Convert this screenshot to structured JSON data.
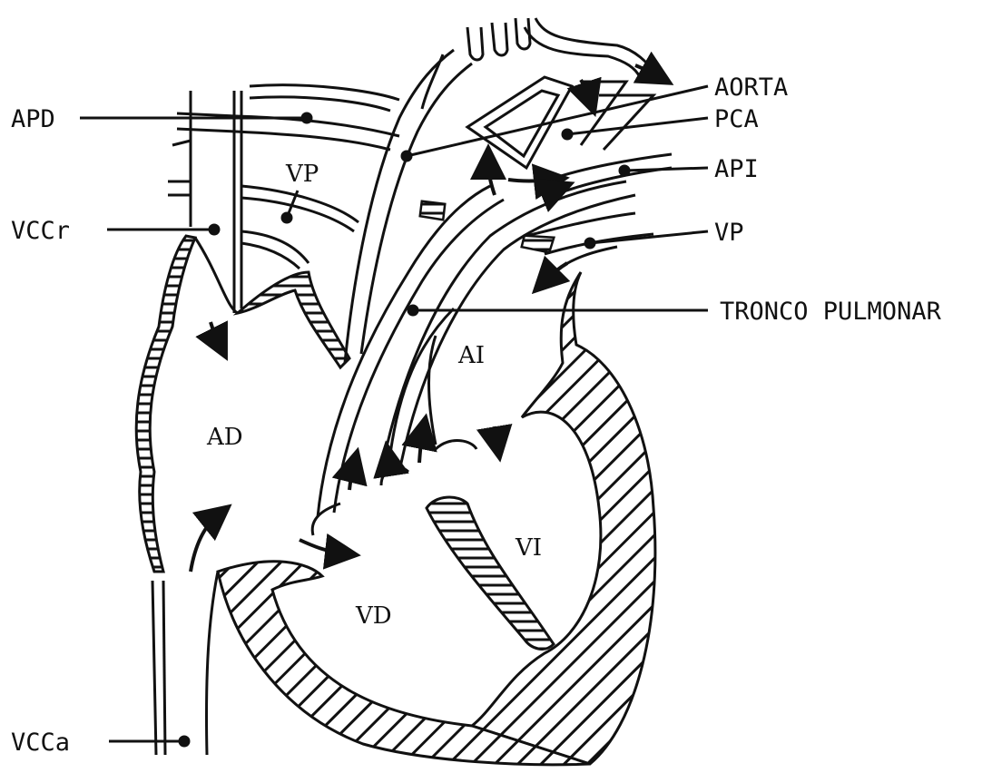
{
  "diagram": {
    "external_labels": {
      "apd": "APD",
      "vccr": "VCCr",
      "vcca": "VCCa",
      "aorta": "AORTA",
      "pca": "PCA",
      "api": "API",
      "vp_right": "VP",
      "tronco": "TRONCO PULMONAR"
    },
    "internal_labels": {
      "vp_left": "VP",
      "ad": "AD",
      "ai": "AI",
      "vi": "VI",
      "vd": "VD"
    },
    "colors": {
      "ink": "#111111",
      "background": "#ffffff"
    }
  }
}
